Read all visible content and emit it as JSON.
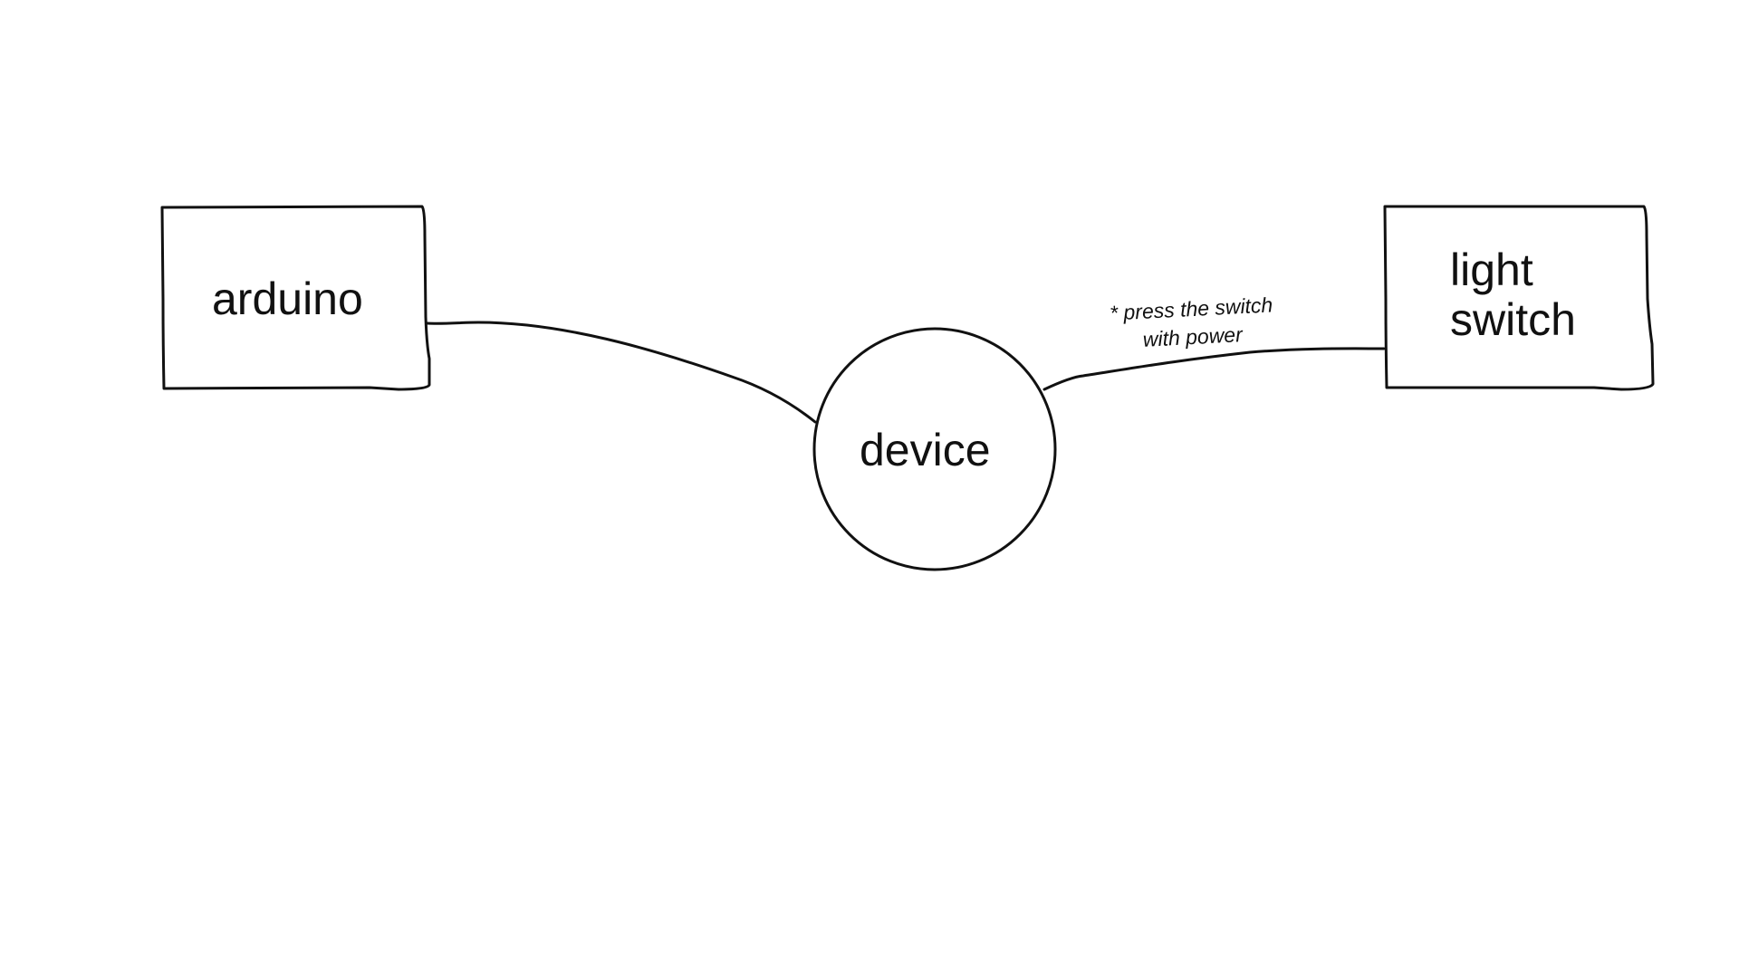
{
  "nodes": {
    "arduino": {
      "label": "arduino"
    },
    "device": {
      "label": "device"
    },
    "light_switch": {
      "label_line1": "light",
      "label_line2": "switch"
    }
  },
  "edges": {
    "device_to_switch_note_line1": "* press the switch",
    "device_to_switch_note_line2": "with power"
  },
  "colors": {
    "stroke": "#111111",
    "background": "#ffffff"
  }
}
